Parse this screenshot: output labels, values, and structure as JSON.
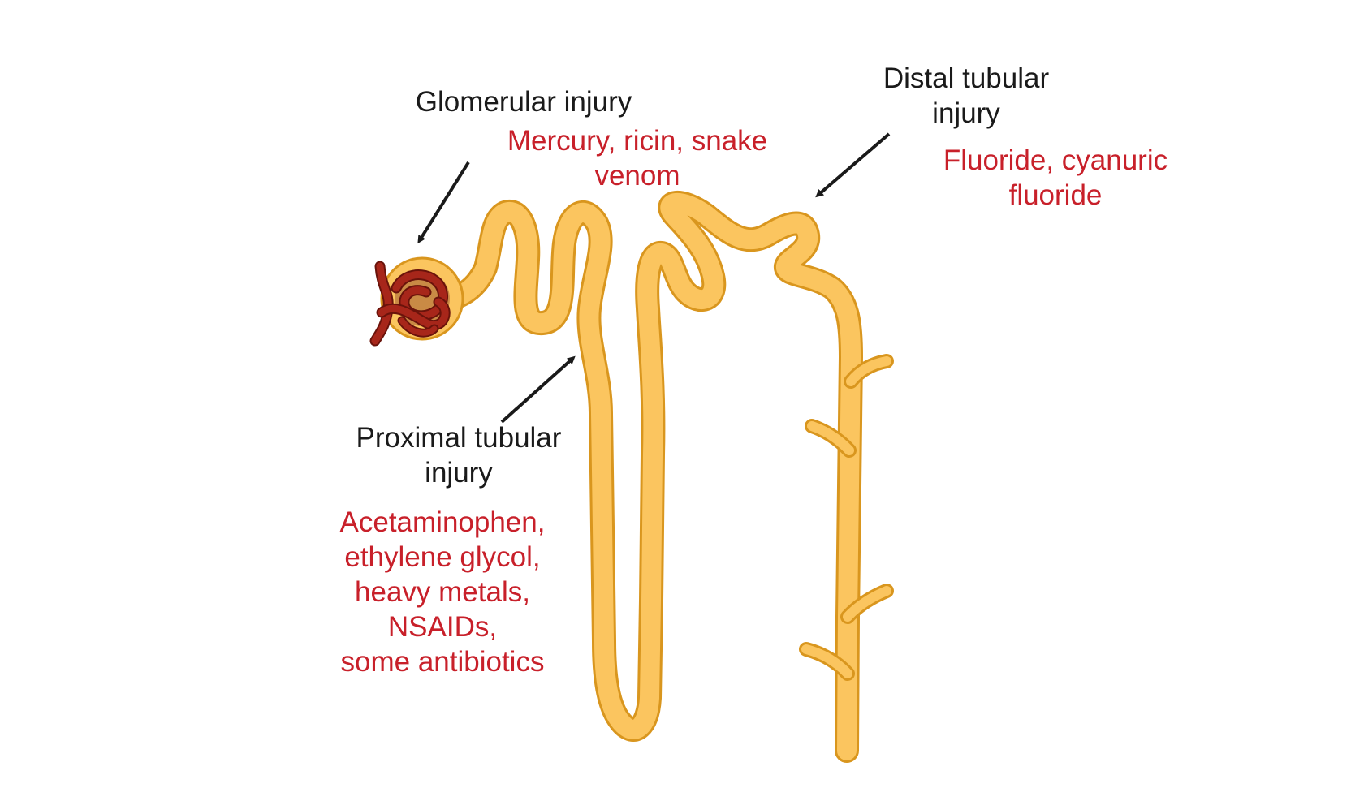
{
  "labels": {
    "glomerular": {
      "title": "Glomerular injury",
      "agents": [
        "Mercury, ricin, snake",
        "venom"
      ]
    },
    "distal": {
      "title": [
        "Distal tubular",
        "injury"
      ],
      "agents": [
        "Fluoride, cyanuric",
        "fluoride"
      ]
    },
    "proximal": {
      "title": [
        "Proximal tubular",
        "injury"
      ],
      "agents": [
        "Acetaminophen,",
        "ethylene glycol,",
        "heavy metals,",
        "NSAIDs,",
        "some antibiotics"
      ]
    }
  },
  "colors": {
    "tubule_fill": "#fbc55f",
    "tubule_outline": "#d9961e",
    "glomerulus_fill": "#a7261a",
    "glomerulus_outline": "#6a130b",
    "capsule_fill": "#fbc55f",
    "capsule_inner": "#c98a45",
    "arrow": "#1a1a1a",
    "title_text": "#1a1a1a",
    "agent_text": "#c8202a"
  },
  "icons": {
    "nephron": "nephron-illustration",
    "glomerulus": "glomerulus-icon",
    "arrow": "arrow-icon"
  }
}
